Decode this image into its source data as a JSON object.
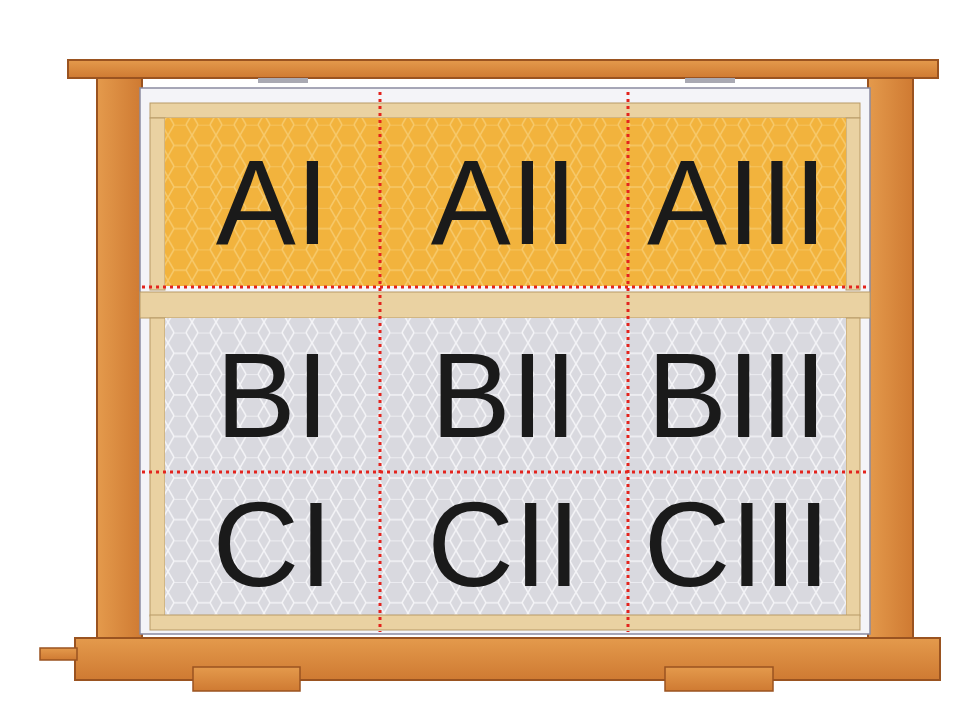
{
  "diagram": {
    "nodes": [
      {
        "text": [
          "AI"
        ]
      },
      {
        "text": [
          "AII"
        ]
      },
      {
        "text": [
          "AIII"
        ]
      },
      {
        "text": [
          "BI"
        ]
      },
      {
        "text": [
          "BII"
        ]
      },
      {
        "text": [
          "BIII"
        ]
      },
      {
        "text": [
          "CI"
        ]
      },
      {
        "text": [
          "CII"
        ]
      },
      {
        "text": [
          "CIII"
        ]
      }
    ]
  }
}
